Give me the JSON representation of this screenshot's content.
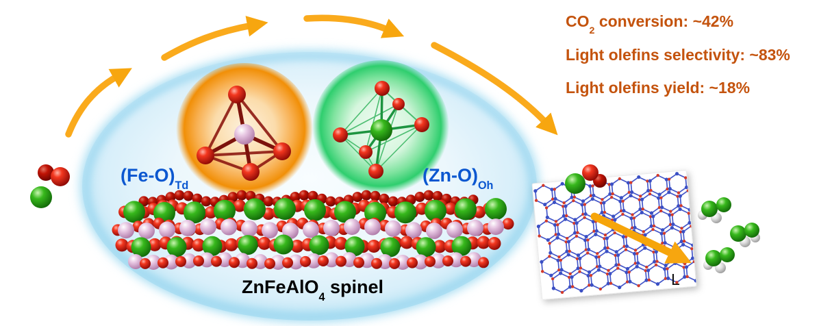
{
  "stats": {
    "lines": [
      {
        "pre": "CO",
        "sub": "2",
        "post": " conversion: ~42%"
      },
      {
        "pre": "Light olefins selectivity: ~83%",
        "sub": "",
        "post": ""
      },
      {
        "pre": "Light olefins yield: ~18%",
        "sub": "",
        "post": ""
      }
    ]
  },
  "site_labels": {
    "fe": {
      "main": "(Fe-O)",
      "sub": "Td"
    },
    "zn": {
      "main": "(Zn-O)",
      "sub": "Oh"
    }
  },
  "catalyst_label": {
    "pre": "ZnFeAlO",
    "sub": "4",
    "post": " spinel"
  },
  "panel": {
    "corner_letter": "L"
  },
  "icons": {
    "reactant": "co2-molecule",
    "fe_site": "fe-o-tetrahedron-icon",
    "zn_site": "zn-o-octahedron-icon",
    "surface": "spinel-slab",
    "framework": "zeolite-framework-icon",
    "products": "light-olefin-molecules",
    "arrows": "reaction-pathway-arrows"
  },
  "colors": {
    "stats_text": "#C4530D",
    "site_label_blue": "#0B57D0",
    "arrow_gold": "#FAAA1C",
    "bubble_blue": "#9AD6EF",
    "glow_orange": "#F18F07",
    "glow_green": "#2FCE6E",
    "atom_red": "#D01205",
    "atom_green": "#2DB52D",
    "atom_pink": "#D9A7D0",
    "framework_blue": "#4356C9"
  }
}
